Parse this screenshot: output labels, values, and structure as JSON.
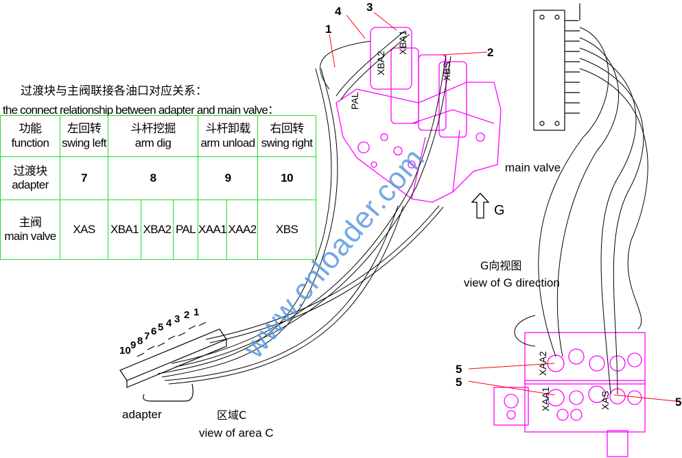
{
  "heading": {
    "cn": "过渡块与主阀联接各油口对应关系：",
    "en": "the connect relationship between adapter and main valve："
  },
  "table": {
    "row_function": {
      "cn": "功能",
      "en": "function"
    },
    "row_adapter": {
      "cn": "过渡块",
      "en": "adapter"
    },
    "row_main_valve": {
      "cn": "主阀",
      "en": "main valve"
    },
    "functions": [
      {
        "cn": "左回转",
        "en": "swing left"
      },
      {
        "cn": "斗杆挖掘",
        "en": "arm dig"
      },
      {
        "cn": "斗杆卸载",
        "en": "arm unload"
      },
      {
        "cn": "右回转",
        "en": "swing right"
      }
    ],
    "adapter_ports": [
      "7",
      "8",
      "9",
      "10"
    ],
    "main_valve_ports": [
      "XAS",
      "XBA1",
      "XBA2",
      "PAL",
      "XAA1",
      "XAA2",
      "XBS"
    ]
  },
  "callouts": {
    "n1": "1",
    "n2": "2",
    "n3": "3",
    "n4": "4",
    "n5": "5"
  },
  "valve_port_labels": {
    "pal": "PAL",
    "xba2": "XBA2",
    "xba1": "XBA1",
    "xbs": "XBS",
    "xaa2": "XAA2",
    "xaa1": "XAA1",
    "xas": "XAS"
  },
  "labels": {
    "main_valve": "main valve",
    "g": "G",
    "g_view_cn": "G向视图",
    "g_view_en": "view of G direction",
    "adapter": "adapter",
    "area_c_cn": "区域C",
    "area_c_en": "view of area C"
  },
  "adapter_numbers": [
    "1",
    "2",
    "3",
    "4",
    "5",
    "6",
    "7",
    "8",
    "9",
    "10"
  ],
  "watermark": "www.cnloader.com",
  "colors": {
    "valve": "#ff00ff",
    "table_border": "#22dd22",
    "leader": "#ff0000",
    "watermark": "#5a9be0"
  }
}
